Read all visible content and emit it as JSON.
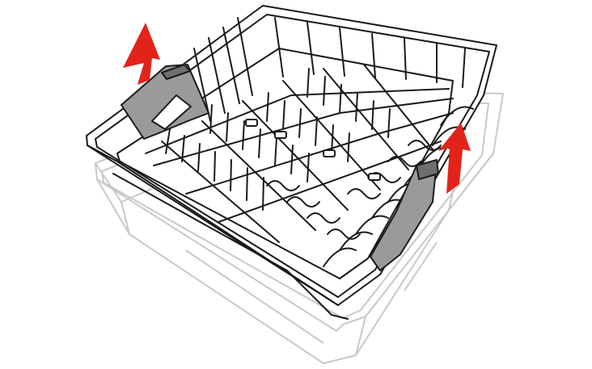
{
  "illustration": {
    "colors": {
      "background": "#ffffff",
      "rack_line": "#1a1a1a",
      "ghost_line": "#c8c8c8",
      "handle_fill": "#9a9a9a",
      "handle_dark": "#6e6e6e",
      "arrow": "#e2231a"
    },
    "arrows": [
      {
        "name": "lift-arrow-left",
        "direction": "up"
      },
      {
        "name": "lift-arrow-right",
        "direction": "up"
      }
    ],
    "handles": [
      {
        "name": "left-release-handle"
      },
      {
        "name": "right-release-handle"
      }
    ]
  }
}
